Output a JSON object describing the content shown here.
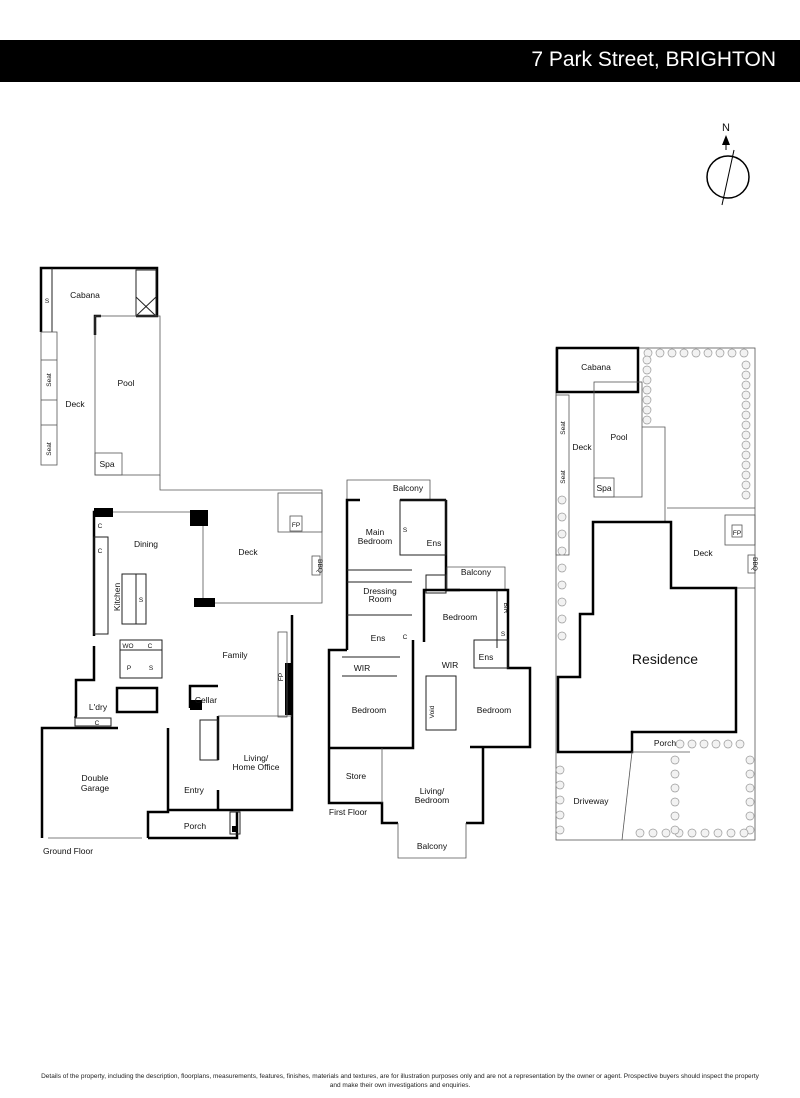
{
  "header": {
    "title": "7 Park Street, BRIGHTON"
  },
  "compass": {
    "label": "N"
  },
  "ground": {
    "labels": [
      "Cabana",
      "S",
      "Pool",
      "Deck",
      "Seat",
      "Seat",
      "Spa",
      "Dining",
      "Deck",
      "FP",
      "BBQ",
      "Kitchen",
      "S",
      "C",
      "C",
      "WO",
      "C",
      "P",
      "S",
      "Family",
      "FP",
      "Cellar",
      "L'dry",
      "C",
      "Double",
      "Garage",
      "Entry",
      "Living/",
      "Home Office",
      "Porch",
      "Ground Floor"
    ]
  },
  "first": {
    "labels": [
      "Balcony",
      "Main",
      "Bedroom",
      "S",
      "Ens",
      "Dressing",
      "Room",
      "Balcony",
      "Bedroom",
      "BIR",
      "S",
      "Ens",
      "C",
      "WIR",
      "WIR",
      "Ens",
      "Bedroom",
      "Void",
      "Bedroom",
      "Store",
      "Living/",
      "Bedroom",
      "First Floor",
      "Balcony"
    ]
  },
  "site": {
    "labels": [
      "Cabana",
      "Pool",
      "Deck",
      "Seat",
      "Seat",
      "Spa",
      "Deck",
      "FP",
      "BBQ",
      "Residence",
      "Porch",
      "Driveway"
    ]
  },
  "footer": {
    "disclaimer": "Details of the property, including the description, floorplans, measurements, features, finishes, materials and textures, are for illustration purposes only and are not a representation by the owner or agent.  Prospective buyers should inspect the property and make their own investigations and enquiries."
  }
}
